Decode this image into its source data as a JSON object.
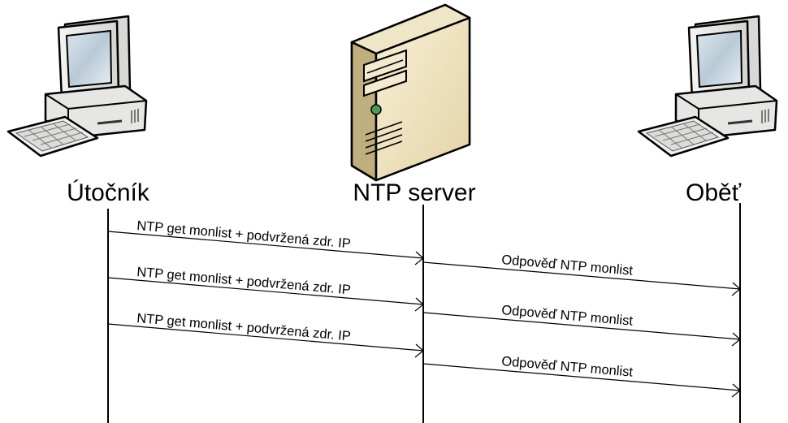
{
  "actors": {
    "attacker": {
      "label": "Útočník",
      "icon": "desktop-computer-icon"
    },
    "server": {
      "label": "NTP server",
      "icon": "server-tower-icon"
    },
    "victim": {
      "label": "Oběť",
      "icon": "desktop-computer-icon"
    }
  },
  "messages": [
    {
      "from": "attacker",
      "to": "server",
      "label": "NTP get monlist + podvržená zdr. IP"
    },
    {
      "from": "server",
      "to": "victim",
      "label": "Odpověď NTP monlist"
    },
    {
      "from": "attacker",
      "to": "server",
      "label": "NTP get monlist + podvržená zdr. IP"
    },
    {
      "from": "server",
      "to": "victim",
      "label": "Odpověď NTP monlist"
    },
    {
      "from": "attacker",
      "to": "server",
      "label": "NTP get monlist + podvržená zdr. IP"
    },
    {
      "from": "server",
      "to": "victim",
      "label": "Odpověď NTP monlist"
    }
  ]
}
